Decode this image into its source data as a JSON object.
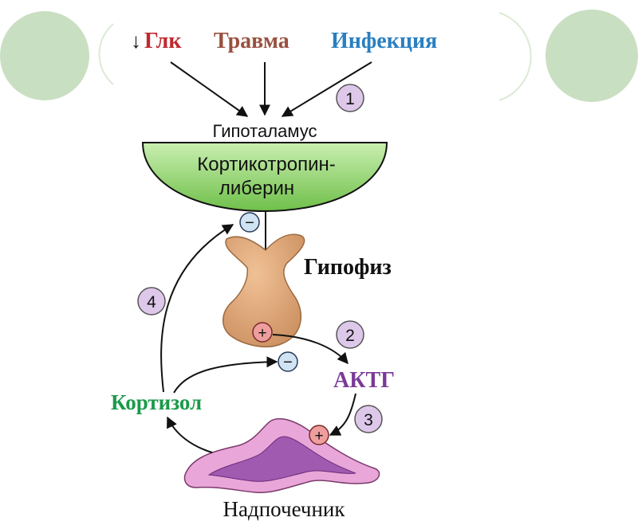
{
  "diagram": {
    "triggers": {
      "glk_arrow": "↓",
      "glk": "Глк",
      "trauma": "Травма",
      "infection": "Инфекция"
    },
    "hypothalamus_label": "Гипоталамус",
    "crh_line1": "Кортикотропин-",
    "crh_line2": "либерин",
    "pituitary_label": "Гипофиз",
    "acth_label": "АКТГ",
    "cortisol_label": "Кортизол",
    "adrenal_label": "Надпочечник",
    "step_numbers": [
      "1",
      "2",
      "3",
      "4"
    ],
    "signs": {
      "plus": "+",
      "minus": "−"
    }
  },
  "colors": {
    "glk": "#c0282e",
    "trauma": "#9a5040",
    "infection": "#2a7fc0",
    "acth": "#7a3a96",
    "cortisol": "#1a9a4a",
    "hypothalamus_fill": "#8fd06a",
    "pituitary_fill": "#d9a274",
    "adrenal_outer": "#e9a7d9",
    "adrenal_inner": "#a05ab0",
    "step_circle": "#ddc8ea",
    "deco_circle": "#c9dfc2"
  }
}
